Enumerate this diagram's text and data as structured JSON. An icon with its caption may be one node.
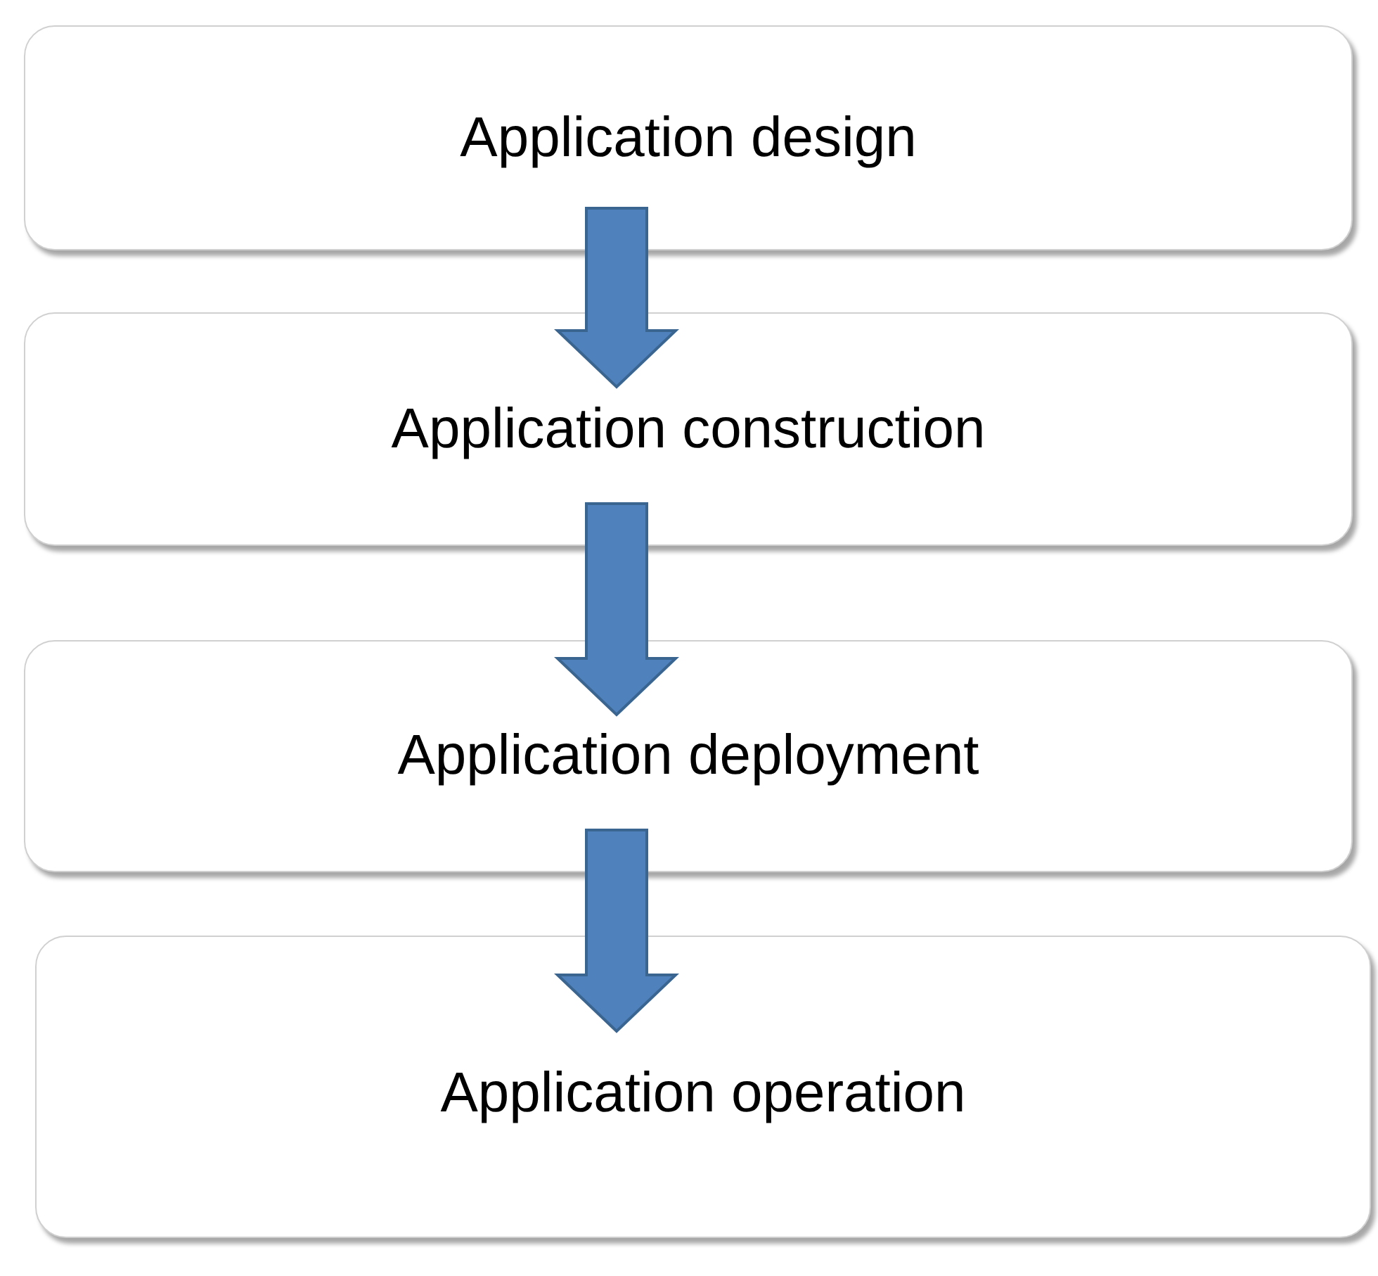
{
  "diagram": {
    "nodes": [
      {
        "text": [
          "Application design"
        ]
      },
      {
        "text": [
          "Application construction"
        ]
      },
      {
        "text": [
          "Application deployment"
        ]
      },
      {
        "text": [
          "Application operation"
        ]
      }
    ],
    "edges": [
      {
        "from": 0,
        "to": 1,
        "arrow": "to"
      },
      {
        "from": 1,
        "to": 2,
        "arrow": "to"
      },
      {
        "from": 2,
        "to": 3,
        "arrow": "to"
      }
    ]
  }
}
